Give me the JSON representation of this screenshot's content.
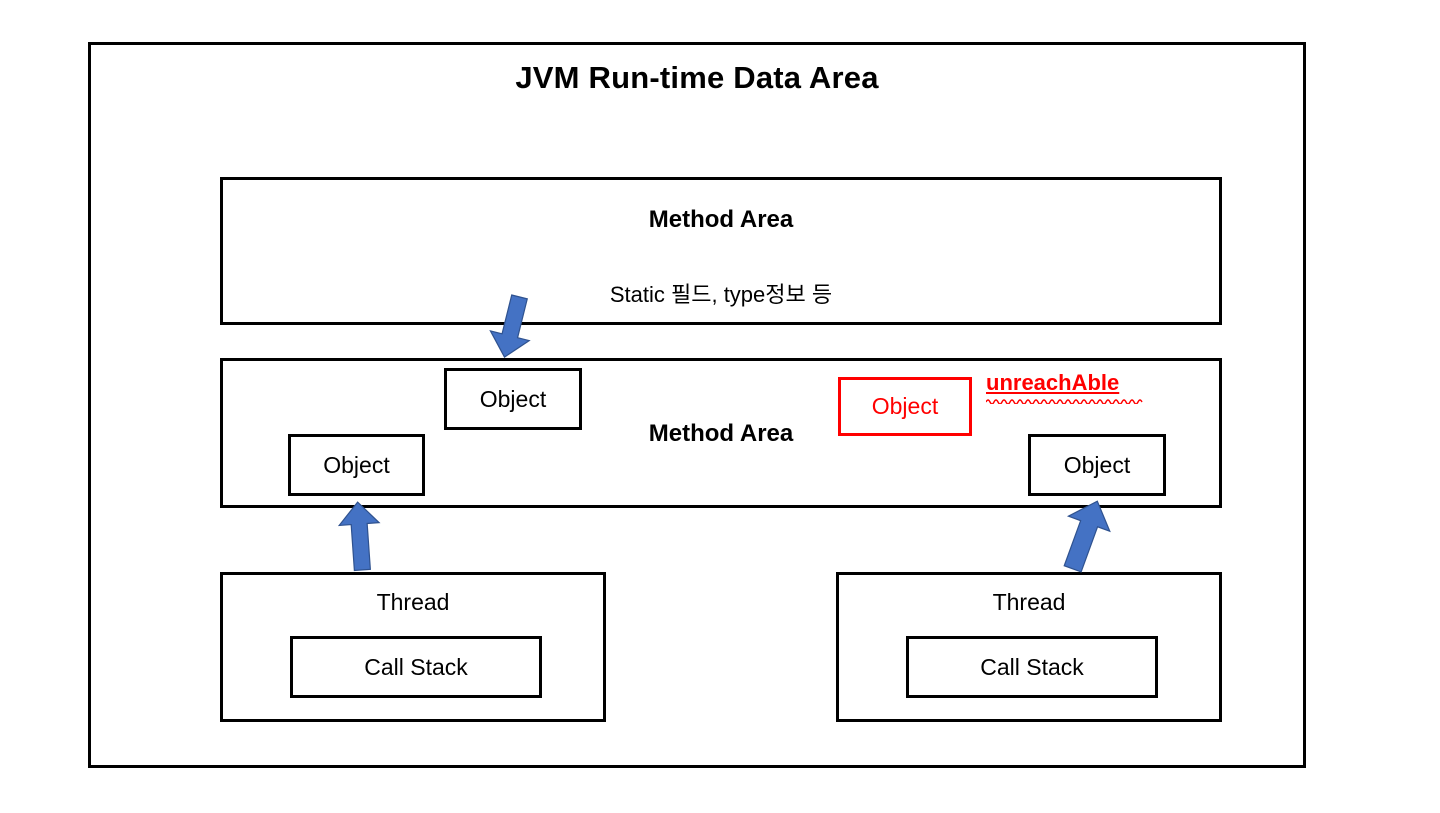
{
  "diagram": {
    "title": "JVM Run-time Data Area",
    "type": "architecture-diagram"
  },
  "regions": [
    {
      "id": "method-area",
      "label": "Method Area",
      "sublabel": "Static 필드, type정보 등"
    },
    {
      "id": "heap-area",
      "label": "Method Area"
    }
  ],
  "objects": [
    {
      "id": "object-top",
      "label": "Object",
      "color": "#000000"
    },
    {
      "id": "object-left",
      "label": "Object",
      "color": "#000000"
    },
    {
      "id": "object-red",
      "label": "Object",
      "color": "#FF0000"
    },
    {
      "id": "object-right",
      "label": "Object",
      "color": "#000000"
    }
  ],
  "annotations": {
    "unreachable": "unreachAble",
    "unreachable_color": "#FF0000"
  },
  "threads": [
    {
      "id": "thread-left",
      "label": "Thread",
      "call_stack_label": "Call Stack"
    },
    {
      "id": "thread-right",
      "label": "Thread",
      "call_stack_label": "Call Stack"
    }
  ],
  "arrows": [
    {
      "id": "arrow-down",
      "direction": "down",
      "color": "#4472C4"
    },
    {
      "id": "arrow-up-left",
      "direction": "up",
      "color": "#4472C4"
    },
    {
      "id": "arrow-up-right",
      "direction": "up",
      "color": "#4472C4"
    }
  ],
  "colors": {
    "stroke": "#000000",
    "accent_blue": "#4472C4",
    "accent_red": "#FF0000",
    "background": "#FFFFFF"
  }
}
